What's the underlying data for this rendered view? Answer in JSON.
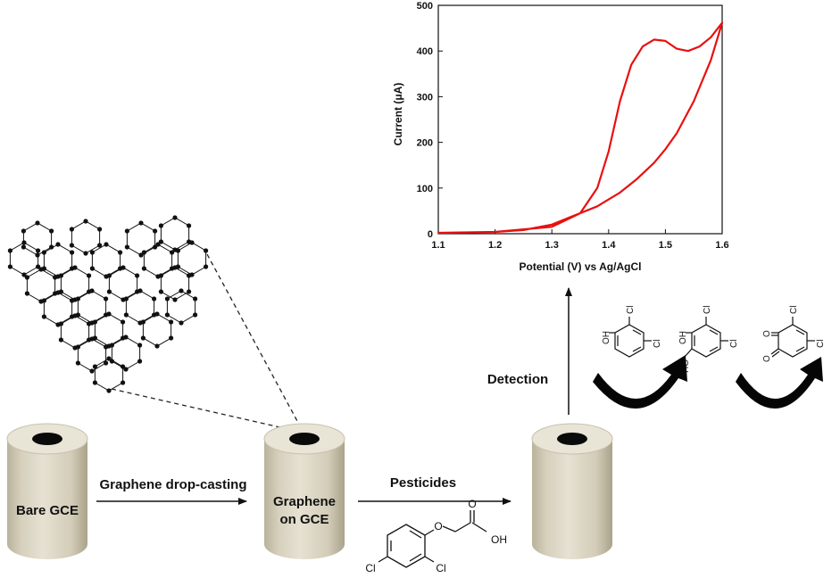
{
  "labels": {
    "bare_gce": "Bare GCE",
    "drop_casting": "Graphene drop-casting",
    "graphene_line1": "Graphene",
    "graphene_line2": "on GCE",
    "pesticides": "Pesticides",
    "detection": "Detection"
  },
  "molecules": {
    "pesticide": {
      "cl_left": "Cl",
      "cl_right": "Cl",
      "o_ether": "O",
      "o_carbonyl": "O",
      "oh": "OH"
    },
    "phenol": {
      "cl_top": "Cl",
      "cl_right": "Cl",
      "oh": "OH"
    },
    "catechol": {
      "cl_top": "Cl",
      "cl_right": "Cl",
      "oh_top": "OH",
      "oh_bottom": "HO"
    },
    "quinone": {
      "cl_top": "Cl",
      "cl_right": "Cl",
      "o_top": "O",
      "o_bottom": "O"
    }
  },
  "colors": {
    "curve": "#e81010",
    "electrode_body": "#ddd7c6",
    "electrode_top": "#e8e4d6",
    "electrode_hole": "#0a0a0a"
  },
  "chart_data": {
    "type": "line",
    "xlabel": "Potential (V) vs Ag/AgCl",
    "ylabel": "Current (μA)",
    "xlim": [
      1.1,
      1.6
    ],
    "ylim": [
      0,
      500
    ],
    "xticks": [
      "1.1",
      "1.2",
      "1.3",
      "1.4",
      "1.5",
      "1.6"
    ],
    "yticks": [
      "0",
      "100",
      "200",
      "300",
      "400",
      "500"
    ],
    "series": [
      {
        "x": [
          1.1,
          1.2,
          1.3,
          1.35,
          1.38,
          1.4,
          1.42,
          1.44,
          1.46,
          1.48,
          1.5,
          1.52,
          1.54,
          1.56,
          1.58,
          1.6,
          1.58,
          1.55,
          1.52,
          1.5,
          1.48,
          1.45,
          1.42,
          1.4,
          1.38,
          1.35,
          1.32,
          1.3,
          1.25,
          1.2,
          1.1
        ],
        "y": [
          2,
          4,
          15,
          45,
          100,
          180,
          290,
          370,
          410,
          425,
          422,
          405,
          400,
          410,
          430,
          462,
          380,
          290,
          220,
          185,
          155,
          120,
          90,
          75,
          60,
          45,
          30,
          20,
          8,
          4,
          2
        ]
      }
    ]
  }
}
